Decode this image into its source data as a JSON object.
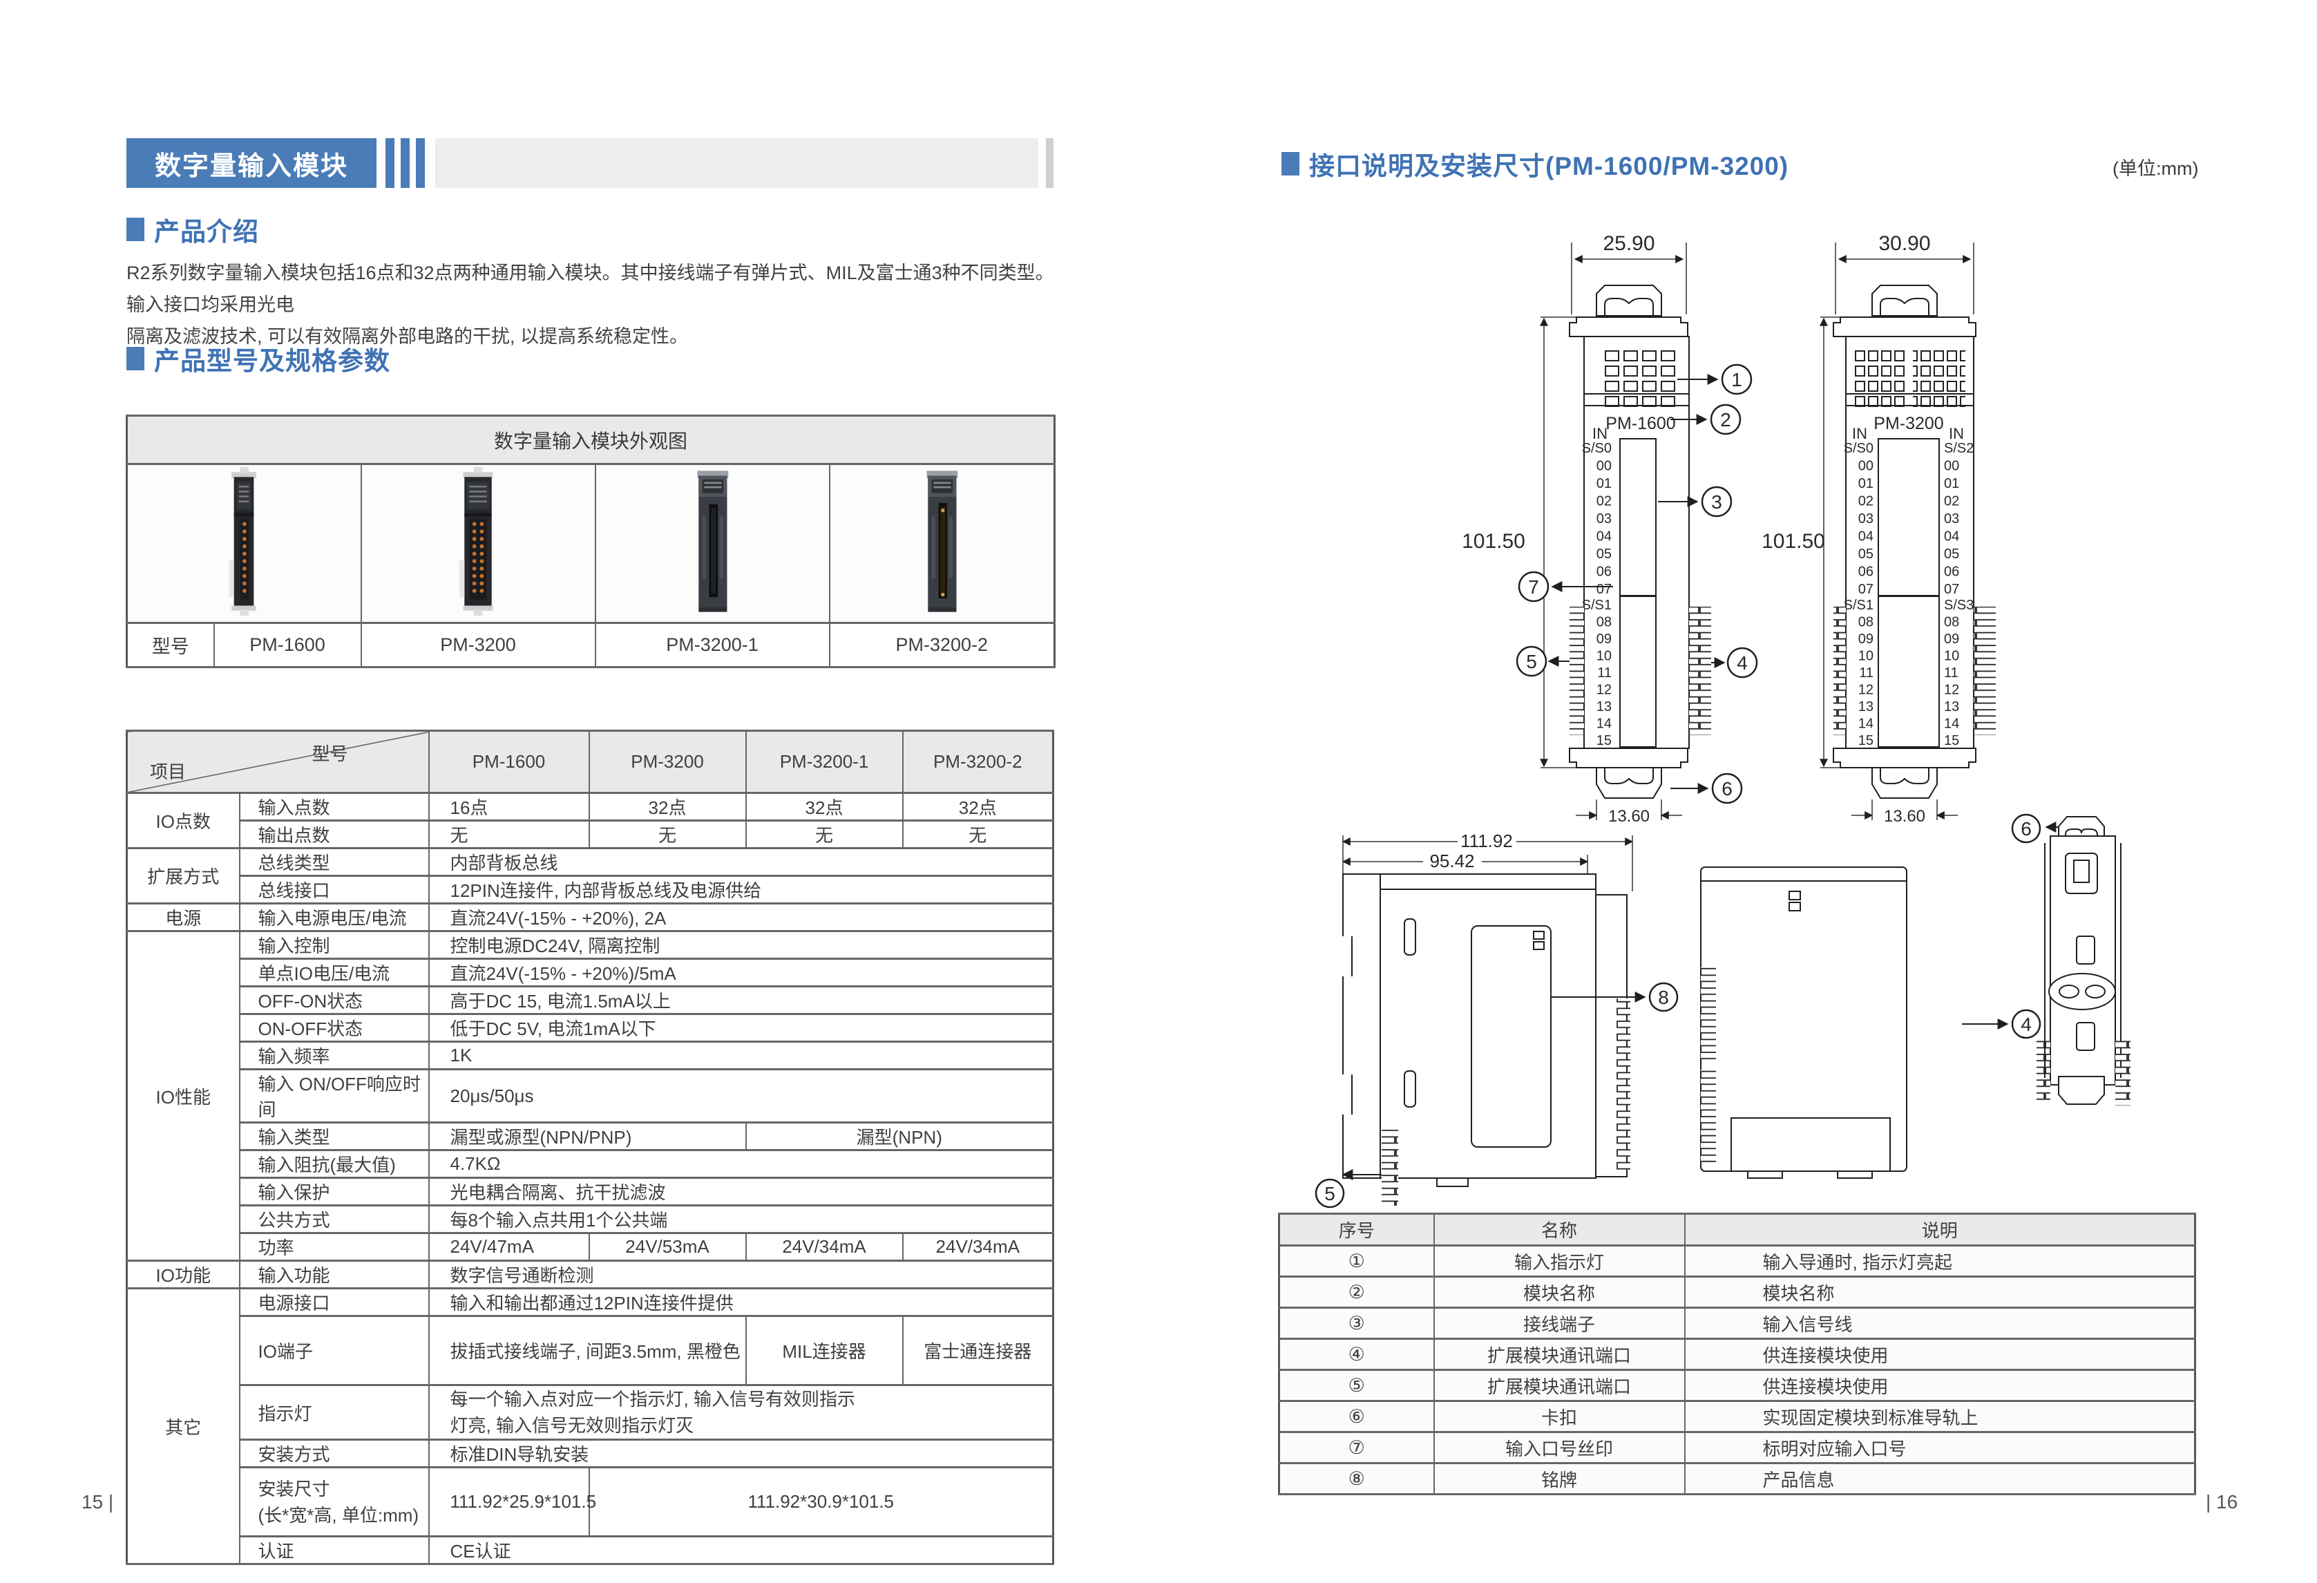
{
  "theme": {
    "accent": "#4a7cb8",
    "heading_blue": "#3f72b4",
    "table_border": "#666666",
    "header_fill": "#e9e9e9"
  },
  "left_page": {
    "banner_title": "数字量输入模块",
    "intro_heading": "产品介绍",
    "intro_lines": [
      "R2系列数字量输入模块包括16点和32点两种通用输入模块。其中接线端子有弹片式、MIL及富士通3种不同类型。输入接口均采用光电",
      "隔离及滤波技术, 可以有效隔离外部电路的干扰, 以提高系统稳定性。"
    ],
    "spec_heading": "产品型号及规格参数",
    "appearance_table": {
      "title": "数字量输入模块外观图",
      "model_label": "型号",
      "models": [
        "PM-1600",
        "PM-3200",
        "PM-3200-1",
        "PM-3200-2"
      ]
    },
    "spec_table": {
      "corner_top": "型号",
      "corner_left": "项目",
      "col_headers": [
        "PM-1600",
        "PM-3200",
        "PM-3200-1",
        "PM-3200-2"
      ],
      "groups": {
        "g1": "IO点数",
        "g2": "扩展方式",
        "g3": "电源",
        "g4": "IO性能",
        "g5": "IO功能",
        "g6": "其它"
      },
      "rows": {
        "input_points": {
          "label": "输入点数",
          "v": [
            "16点",
            "32点",
            "32点",
            "32点"
          ]
        },
        "output_points": {
          "label": "输出点数",
          "v": [
            "无",
            "无",
            "无",
            "无"
          ]
        },
        "bus_type": {
          "label": "总线类型",
          "v": "内部背板总线"
        },
        "bus_if": {
          "label": "总线接口",
          "v": "12PIN连接件, 内部背板总线及电源供给"
        },
        "power_in": {
          "label": "输入电源电压/电流",
          "v": "直流24V(-15% - +20%), 2A"
        },
        "input_ctrl": {
          "label": "输入控制",
          "v": "控制电源DC24V, 隔离控制"
        },
        "single_io": {
          "label": "单点IO电压/电流",
          "v": "直流24V(-15% - +20%)/5mA"
        },
        "off_on": {
          "label": "OFF-ON状态",
          "v": "高于DC 15, 电流1.5mA以上"
        },
        "on_off": {
          "label": "ON-OFF状态",
          "v": "低于DC 5V, 电流1mA以下"
        },
        "freq": {
          "label": "输入频率",
          "v": "1K"
        },
        "resp": {
          "label": "输入 ON/OFF响应时间",
          "v": "20μs/50μs"
        },
        "in_type": {
          "label": "输入类型",
          "v1": "漏型或源型(NPN/PNP)",
          "v2": "漏型(NPN)"
        },
        "impedance": {
          "label": "输入阻抗(最大值)",
          "v": "4.7KΩ"
        },
        "protect": {
          "label": "输入保护",
          "v": "光电耦合隔离、抗干扰滤波"
        },
        "common": {
          "label": "公共方式",
          "v": "每8个输入点共用1个公共端"
        },
        "power": {
          "label": "功率",
          "v": [
            "24V/47mA",
            "24V/53mA",
            "24V/34mA",
            "24V/34mA"
          ]
        },
        "in_func": {
          "label": "输入功能",
          "v": "数字信号通断检测"
        },
        "pwr_if": {
          "label": "电源接口",
          "v": "输入和输出都通过12PIN连接件提供"
        },
        "io_terminal": {
          "label": "IO端子",
          "v1": "拔插式接线端子, 间距3.5mm, 黑橙色",
          "v2": "MIL连接器",
          "v3": "富士通连接器"
        },
        "indicator": {
          "label": "指示灯",
          "v": "每一个输入点对应一个指示灯, 输入信号有效则指示灯亮, 输入信号无效则指示灯灭"
        },
        "mount": {
          "label": "安装方式",
          "v": "标准DIN导轨安装"
        },
        "dims": {
          "label1": "安装尺寸",
          "label2": "(长*宽*高, 单位:mm)",
          "v1": "111.92*25.9*101.5",
          "v2": "111.92*30.9*101.5"
        },
        "cert": {
          "label": "认证",
          "v": "CE认证"
        }
      }
    },
    "page_number": "15 |"
  },
  "right_page": {
    "heading": "接口说明及安装尺寸(PM-1600/PM-3200)",
    "unit_note": "(单位:mm)",
    "diagram": {
      "pm1600": {
        "name": "PM-1600",
        "in_label": "IN",
        "width_dim": "25.90",
        "height_dim": "101.50",
        "clip_dim": "13.60",
        "col1": [
          "S/S0",
          "00",
          "01",
          "02",
          "03",
          "04",
          "05",
          "06",
          "07"
        ],
        "col2": [
          "S/S1",
          "08",
          "09",
          "10",
          "11",
          "12",
          "13",
          "14",
          "15"
        ]
      },
      "pm3200": {
        "name": "PM-3200",
        "in_label": "IN",
        "width_dim": "30.90",
        "height_dim": "101.50",
        "clip_dim": "13.60",
        "left1": [
          "S/S0",
          "00",
          "01",
          "02",
          "03",
          "04",
          "05",
          "06",
          "07"
        ],
        "left2": [
          "S/S1",
          "08",
          "09",
          "10",
          "11",
          "12",
          "13",
          "14",
          "15"
        ],
        "right1": [
          "S/S2",
          "00",
          "01",
          "02",
          "03",
          "04",
          "05",
          "06",
          "07"
        ],
        "right2": [
          "S/S3",
          "08",
          "09",
          "10",
          "11",
          "12",
          "13",
          "14",
          "15"
        ]
      },
      "side": {
        "len_dim": "111.92",
        "len_dim2": "95.42"
      },
      "callouts": {
        "c1": "1",
        "c2": "2",
        "c3": "3",
        "c4": "4",
        "c5": "5",
        "c6": "6",
        "c7": "7",
        "c8": "8"
      }
    },
    "legend_table": {
      "headers": [
        "序号",
        "名称",
        "说明"
      ],
      "rows": [
        [
          "①",
          "输入指示灯",
          "输入导通时, 指示灯亮起"
        ],
        [
          "②",
          "模块名称",
          "模块名称"
        ],
        [
          "③",
          "接线端子",
          "输入信号线"
        ],
        [
          "④",
          "扩展模块通讯端口",
          "供连接模块使用"
        ],
        [
          "⑤",
          "扩展模块通讯端口",
          "供连接模块使用"
        ],
        [
          "⑥",
          "卡扣",
          "实现固定模块到标准导轨上"
        ],
        [
          "⑦",
          "输入口号丝印",
          "标明对应输入口号"
        ],
        [
          "⑧",
          "铭牌",
          "产品信息"
        ]
      ]
    },
    "page_number": "| 16"
  }
}
